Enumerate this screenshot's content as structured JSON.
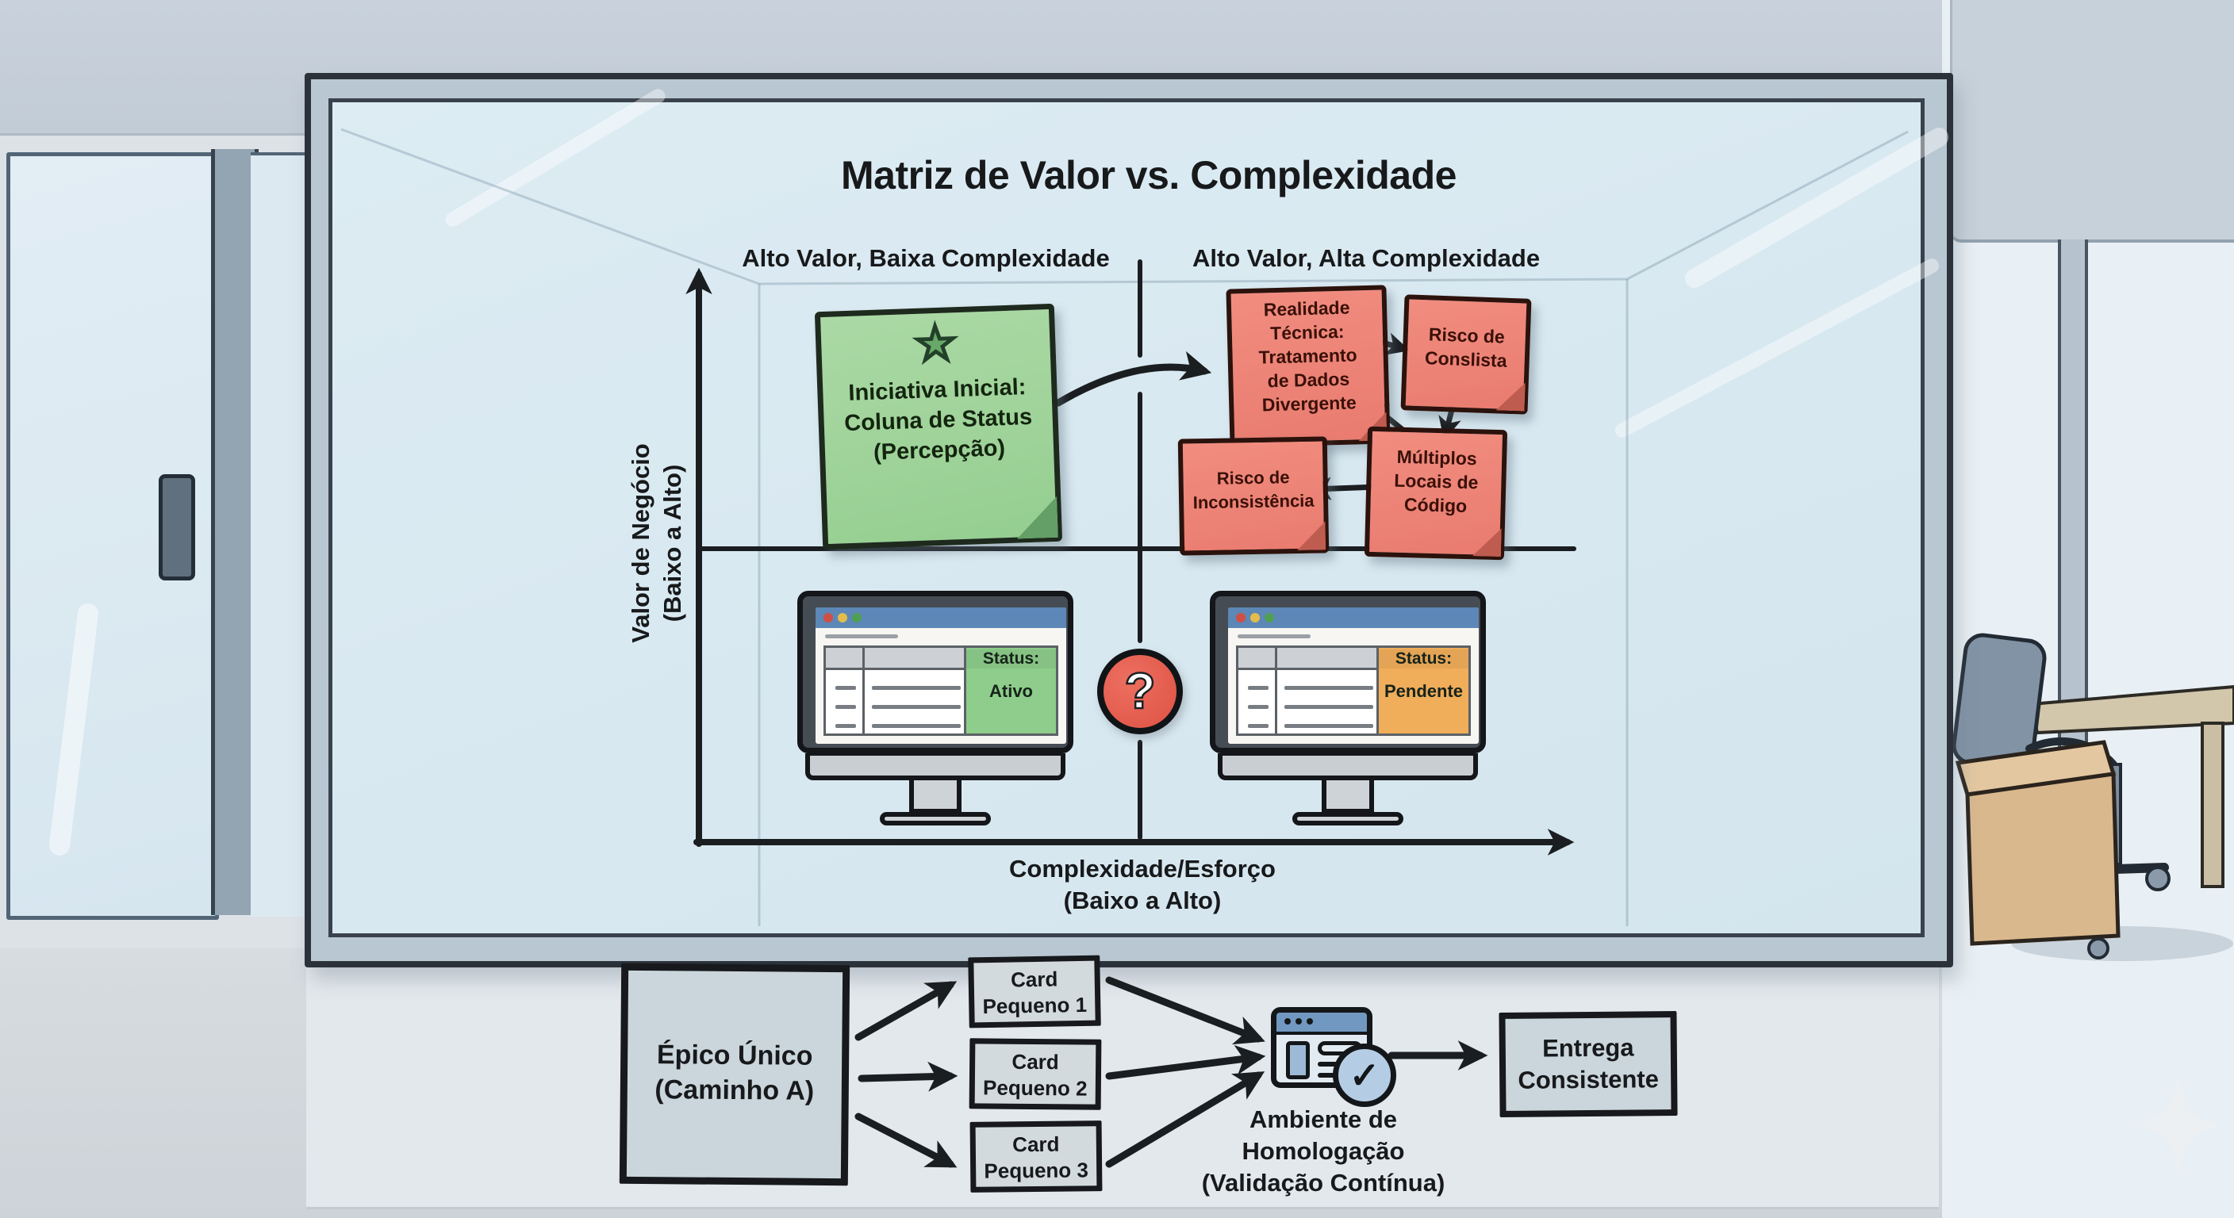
{
  "matrix": {
    "title": "Matriz de Valor vs. Complexidade",
    "quadrants": {
      "top_left_label": "Alto Valor, Baixa Complexidade",
      "top_right_label": "Alto Valor, Alta Complexidade"
    },
    "y_axis": {
      "line1": "Valor de Negócio",
      "line2": "(Baixo a Alto)"
    },
    "x_axis": {
      "line1": "Complexidade/Esforço",
      "line2": "(Baixo a Alto)"
    },
    "green_note": {
      "icon": "star-icon",
      "star_glyph": "★",
      "line1": "Iniciativa Inicial:",
      "line2": "Coluna de Status",
      "line3": "(Percepção)",
      "color": "#9fd49b"
    },
    "red_notes": {
      "color": "#ee8378",
      "realidade": {
        "line1": "Realidade",
        "line2": "Técnica:",
        "line3": "Tratamento",
        "line4": "de Dados",
        "line5": "Divergente"
      },
      "risco_consulta": {
        "line1": "Risco de",
        "line2": "Conslista"
      },
      "risco_inconsistencia": {
        "line1": "Risco de",
        "line2": "Inconsistência"
      },
      "multiplos_locais": {
        "line1": "Múltiplos",
        "line2": "Locais de",
        "line3": "Código"
      }
    },
    "question_badge": {
      "glyph": "?",
      "color": "#e4574a"
    },
    "monitors": {
      "left": {
        "status_label": "Status:",
        "status_value": "Ativo",
        "status_color": "#8ecd8b"
      },
      "right": {
        "status_label": "Status:",
        "status_value": "Pendente",
        "status_color": "#f0ad5a"
      }
    }
  },
  "flow": {
    "epic": {
      "line1": "Épico Único",
      "line2": "(Caminho A)"
    },
    "cards": [
      {
        "line1": "Card",
        "line2": "Pequeno 1"
      },
      {
        "line1": "Card",
        "line2": "Pequeno 2"
      },
      {
        "line1": "Card",
        "line2": "Pequeno 3"
      }
    ],
    "homologation": {
      "icon": "browser-check-icon",
      "check_glyph": "✓",
      "line1": "Ambiente de",
      "line2": "Homologação",
      "line3": "(Validação Contínua)"
    },
    "delivery": {
      "line1": "Entrega",
      "line2": "Consistente"
    }
  },
  "colors": {
    "browser_bar_blue": "#5d87b6",
    "status_active_green": "#8ecd8b",
    "status_pending_orange": "#f0ad5a",
    "sticky_green": "#9fd49b",
    "sticky_red": "#ee8378",
    "badge_red": "#e4574a",
    "glass_blue": "#d9e8f0",
    "line_ink": "#1b1e21"
  }
}
